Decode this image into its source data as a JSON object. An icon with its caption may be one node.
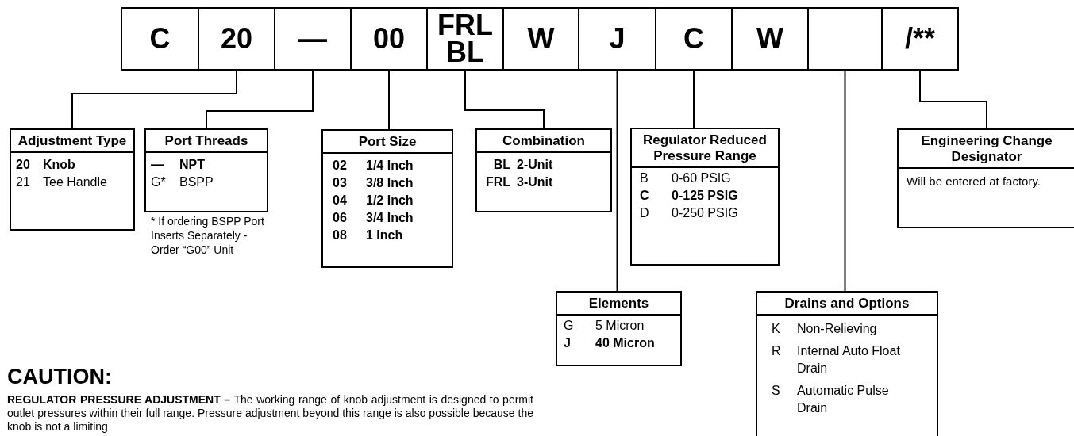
{
  "diagram": {
    "nodes": [
      {
        "text": [
          "C"
        ]
      },
      {
        "text": [
          "20"
        ]
      },
      {
        "text": [
          "—"
        ]
      },
      {
        "text": [
          "00"
        ]
      },
      {
        "text": [
          "FRL BL"
        ]
      },
      {
        "text": [
          "W"
        ]
      },
      {
        "text": [
          "J"
        ]
      },
      {
        "text": [
          "C"
        ]
      },
      {
        "text": [
          "W"
        ]
      },
      {
        "text": [],
        "shape": "box"
      },
      {
        "text": [
          "/**"
        ]
      },
      {
        "text": [
          "Adjustment Type",
          "20 Knob",
          "21 Tee Handle"
        ]
      },
      {
        "text": [
          "Port Threads",
          "— NPT",
          "G* BSPP"
        ],
        "beside": [
          "* If ordering BSPP Port Inserts Separately - Order “G00” Unit"
        ]
      },
      {
        "text": [
          "Port Size",
          "02 1/4 Inch",
          "03 3/8 Inch",
          "04 1/2 Inch",
          "06 3/4 Inch",
          "08 1 Inch"
        ]
      },
      {
        "text": [
          "Combination",
          "BL 2-Unit",
          "FRL 3-Unit"
        ]
      },
      {
        "text": [
          "Regulator Reduced Pressure Range",
          "B 0-60 PSIG",
          "C 0-125 PSIG",
          "D 0-250 PSIG"
        ]
      },
      {
        "text": [
          "Engineering Change Designator",
          "Will be entered at factory."
        ]
      },
      {
        "text": [
          "Elements",
          "G 5 Micron",
          "J 40 Micron"
        ]
      },
      {
        "text": [
          "Drains and Options",
          "K Non-Relieving",
          "R Internal Auto Float Drain",
          "S Automatic Pulse Drain"
        ]
      }
    ],
    "edges": [
      {
        "from": 1,
        "to": 11,
        "arrow": "none"
      },
      {
        "from": 2,
        "to": 12,
        "arrow": "none"
      },
      {
        "from": 3,
        "to": 13,
        "arrow": "none"
      },
      {
        "from": 4,
        "to": 14,
        "arrow": "none"
      },
      {
        "from": 6,
        "to": 17,
        "arrow": "none"
      },
      {
        "from": 7,
        "to": 15,
        "arrow": "none"
      },
      {
        "from": 9,
        "to": 18,
        "arrow": "none"
      },
      {
        "from": 10,
        "to": 16,
        "arrow": "none"
      }
    ],
    "labels": [
      "CAUTION:",
      "**REGULATOR PRESSURE ADJUSTMENT –** The working range of knob adjustment is designed to permit outlet pressures within their full range. Pressure adjustment beyond this range is also possible because the knob is not a limiting"
    ]
  }
}
